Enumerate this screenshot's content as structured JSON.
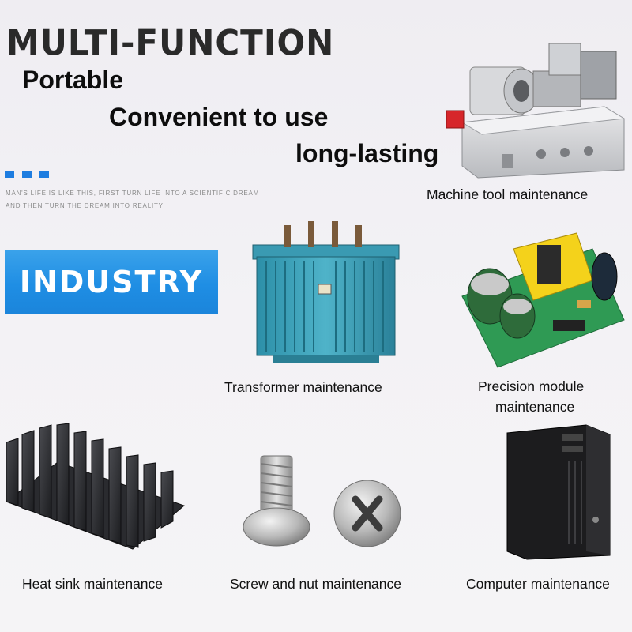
{
  "headline": "MULTI-FUNCTION",
  "taglines": [
    "Portable",
    "Convenient to use",
    "long-lasting"
  ],
  "slogan": {
    "line1": "MAN'S LIFE IS LIKE THIS, FIRST TURN LIFE INTO A SCIENTIFIC DREAM",
    "line2": "AND THEN TURN THE DREAM INTO REALITY"
  },
  "industry_label": "INDUSTRY",
  "captions": {
    "machine_tool": "Machine tool maintenance",
    "transformer": "Transformer maintenance",
    "precision_module_1": "Precision module",
    "precision_module_2": "maintenance",
    "heat_sink": "Heat sink maintenance",
    "screw_nut": "Screw and nut maintenance",
    "computer": "Computer maintenance"
  },
  "colors": {
    "accent_blue": "#1f8ee4",
    "dot_blue": "#1e7de0",
    "text": "#111111"
  },
  "icons": [
    "machine-tool-image",
    "transformer-image",
    "circuit-module-image",
    "heat-sink-image",
    "screw-nut-image",
    "computer-tower-image"
  ]
}
